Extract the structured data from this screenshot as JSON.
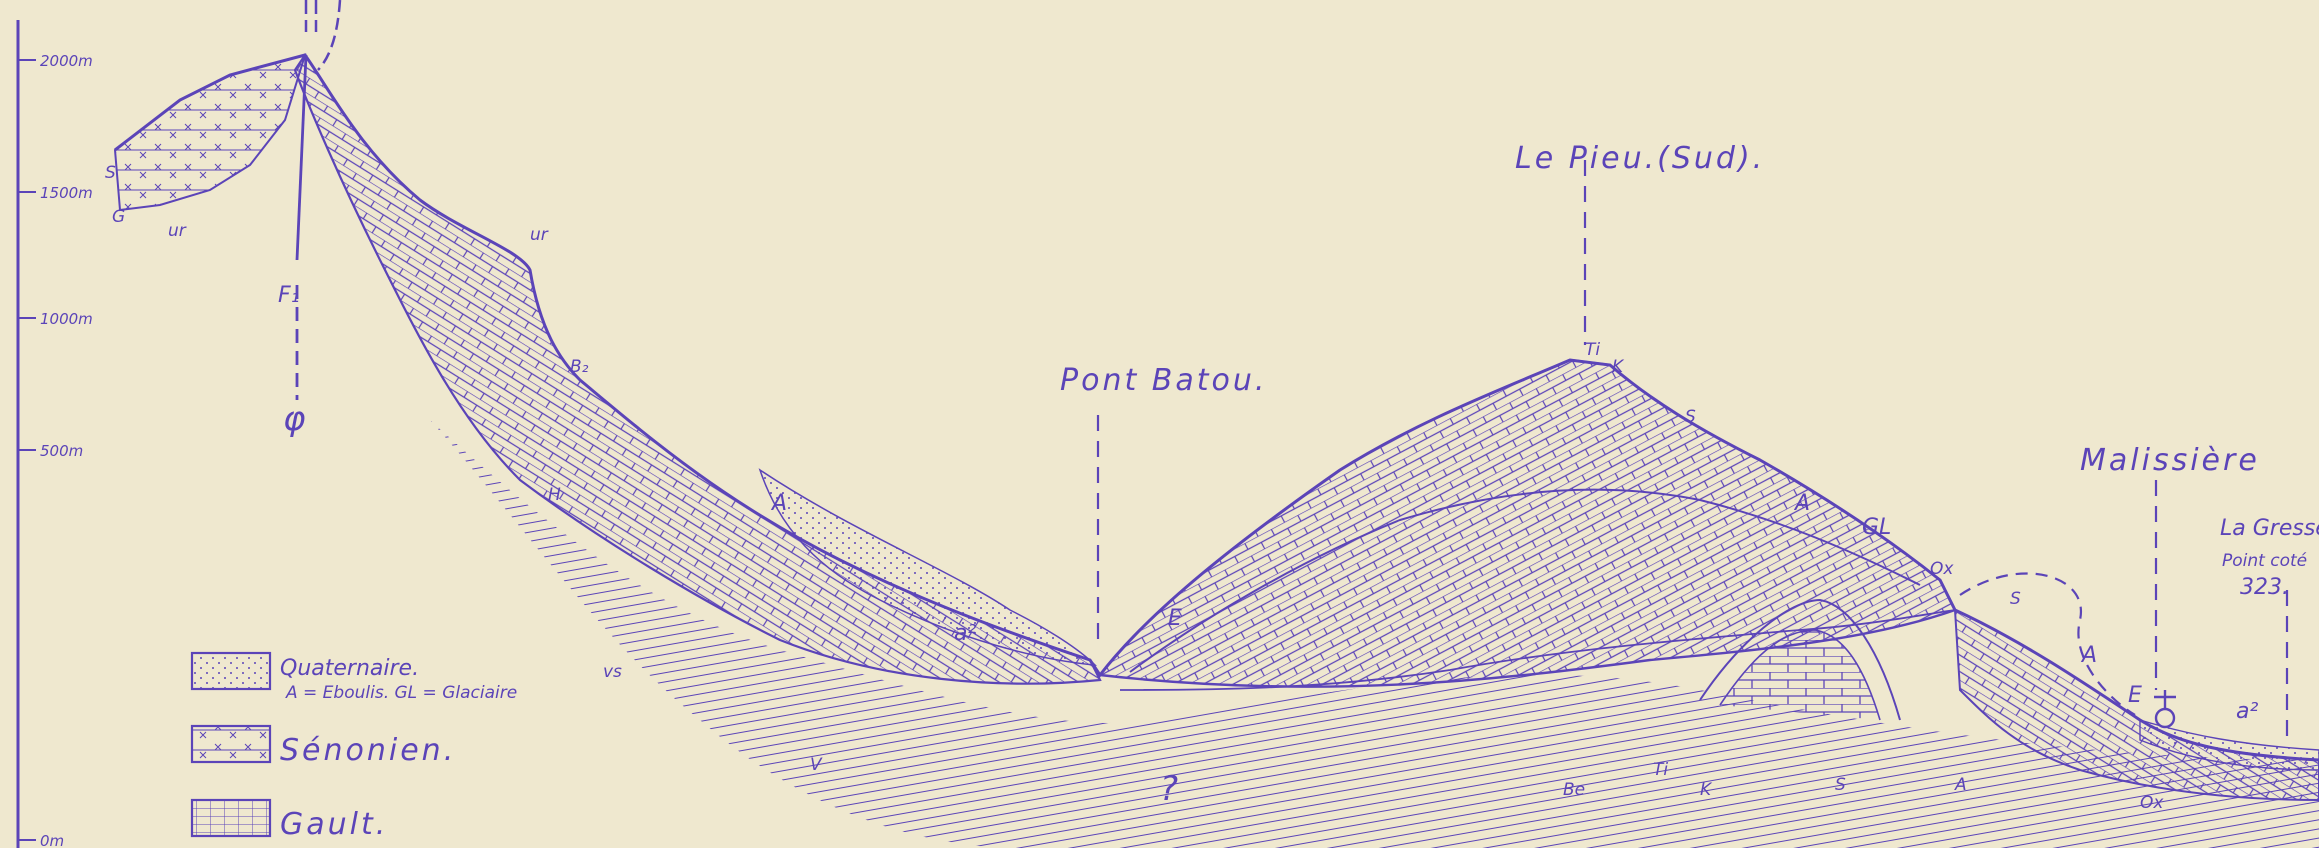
{
  "scale": {
    "ticks": [
      "2000m",
      "1500m",
      "1000m",
      "500m",
      "0m"
    ]
  },
  "places": {
    "pont_batou": "Pont Batou.",
    "le_pieu": "Le Pieu.(Sud).",
    "malissiere": "Malissière",
    "la_gresse": "La Gresse",
    "point_cote": "Point coté",
    "point_cote_value": "323."
  },
  "fault": {
    "name": "F₁",
    "symbol": "φ"
  },
  "unit_labels": {
    "s_left": "S",
    "g_left": "G",
    "ur_left": "ur",
    "ur_top": "ur",
    "b2": "B₂",
    "h": "H",
    "a_slope": "A",
    "a2_left": "a²",
    "vs": "vs",
    "v": "V",
    "question": "?",
    "e_center": "E",
    "ti_top": "Ti",
    "k_top": "K",
    "s_right": "S",
    "a_right": "A",
    "gl": "GL",
    "ox_top": "Ox",
    "s_small": "S",
    "a_lower": "A",
    "e_right": "E",
    "a2_right": "a²",
    "be": "Be",
    "ti_bottom": "Ti",
    "k_bottom": "K",
    "s_bottom": "S",
    "a_bottom": "A",
    "ox_bottom": "Ox"
  },
  "legend": {
    "quaternaire": "Quaternaire.",
    "quaternaire_note": "A = Eboulis. GL = Glaciaire",
    "senonien": "Sénonien.",
    "gault": "Gault."
  },
  "colors": {
    "ink": "#5b44b8",
    "paper": "#efe8cf"
  }
}
